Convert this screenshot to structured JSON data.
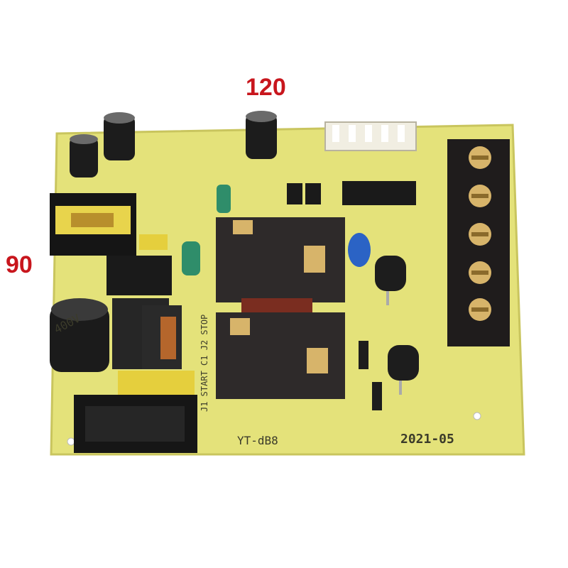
{
  "dimensions": {
    "width_label": "120",
    "height_label": "90"
  },
  "board": {
    "model_label": "YT-dB8",
    "date_label": "2021-05",
    "capacitor_marking": "400V",
    "relay_labels": {
      "start": "J1 START C1 J2 STOP"
    },
    "colors": {
      "pcb": "#e4e27a",
      "relay": "#2e2a2a",
      "terminal": "#1f1c1c",
      "pin": "#d7b46a"
    }
  }
}
